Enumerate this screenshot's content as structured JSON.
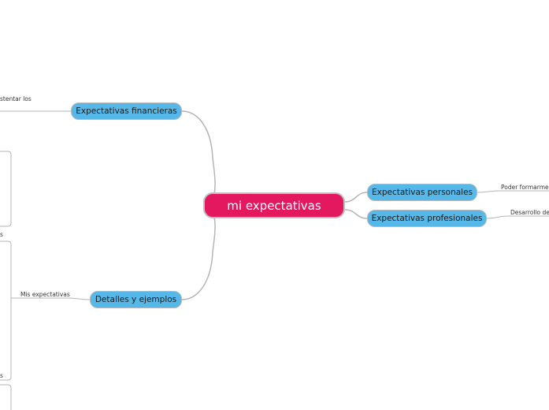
{
  "central": {
    "label": "mi expectativas"
  },
  "topics": {
    "financieras": "Expectativas financieras",
    "detalles": "Detalles y ejemplos",
    "personales": "Expectativas personales",
    "profesionales": "Expectativas profesionales"
  },
  "subtopics": {
    "financieras_sub": "stentar los",
    "detalles_sub": "Mis expectativas",
    "personales_sub": "Poder formarme p",
    "profesionales_sub": "Desarrollo de",
    "left_frag_1": "s",
    "left_frag_2": "s"
  },
  "colors": {
    "central_bg": "#e3185f",
    "topic_bg": "#55b8e8",
    "connector": "#b5b5b5"
  }
}
